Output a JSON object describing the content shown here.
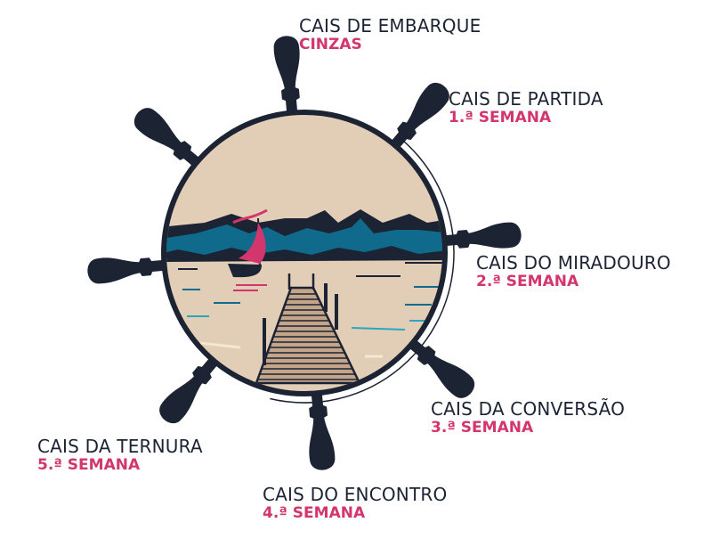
{
  "colors": {
    "navy": "#1c2333",
    "pink": "#d2366c",
    "sand": "#e2ceb6",
    "blue": "#0f6a8c",
    "cyan": "#2aa6bf"
  },
  "stations": [
    {
      "title": "CAIS DE EMBARQUE",
      "subtitle": "CINZAS"
    },
    {
      "title": "CAIS DE PARTIDA",
      "subtitle": "1.ª SEMANA"
    },
    {
      "title": "CAIS DO MIRADOURO",
      "subtitle": "2.ª SEMANA"
    },
    {
      "title": "CAIS DA CONVERSÃO",
      "subtitle": "3.ª SEMANA"
    },
    {
      "title": "CAIS DO ENCONTRO",
      "subtitle": "4.ª SEMANA"
    },
    {
      "title": "CAIS DA TERNURA",
      "subtitle": "5.ª SEMANA"
    }
  ]
}
